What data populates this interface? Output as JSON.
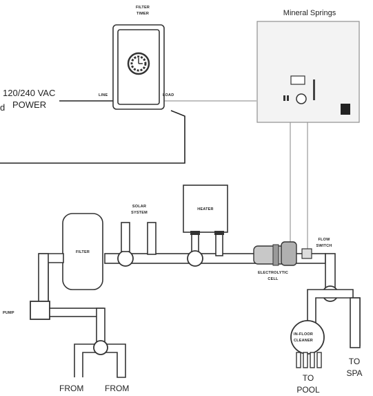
{
  "timer": {
    "title_line1": "FILTER",
    "title_line2": "TIMER",
    "line_label": "LINE",
    "load_label": "LOAD",
    "knob_icon": "clock-dial-icon"
  },
  "power": {
    "line1": "120/240 VAC",
    "line2": "POWER"
  },
  "mineral": {
    "title": "Mineral Springs"
  },
  "filter": {
    "label": "FILTER"
  },
  "heater": {
    "label": "HEATER"
  },
  "solar": {
    "line1": "SOLAR",
    "line2": "SYSTEM"
  },
  "cell": {
    "line1": "ELECTROLYTIC",
    "line2": "CELL"
  },
  "flow": {
    "line1": "FLOW",
    "line2": "SWITCH"
  },
  "cleaner": {
    "line1": "IN-FLOOR",
    "line2": "CLEANER"
  },
  "pump": {
    "label": "PUMP"
  },
  "destinations": {
    "pool_line1": "TO",
    "pool_line2": "POOL",
    "spa_line1": "TO",
    "spa_line2": "SPA"
  },
  "sources": {
    "from1": "FROM",
    "from2": "FROM"
  },
  "fragments": {
    "left_edge_char": "d"
  },
  "colors": {
    "line": "#333333",
    "grey_line": "#9a9a9a",
    "panel_fill": "#f3f3f3"
  }
}
